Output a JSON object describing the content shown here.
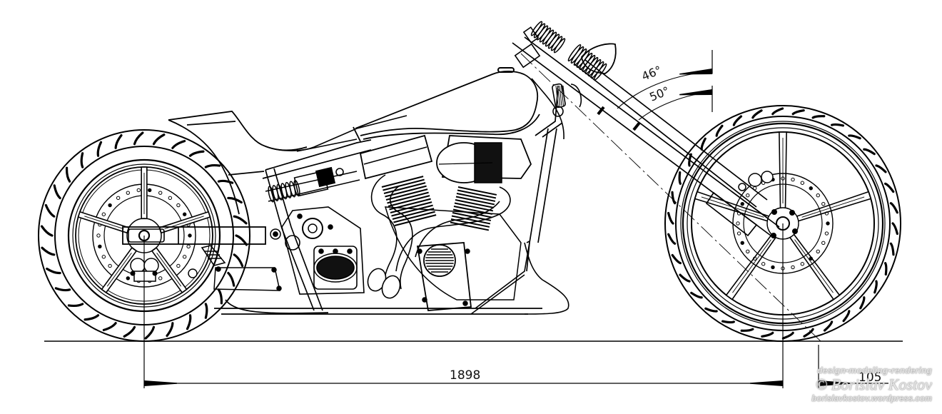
{
  "drawing": {
    "subject": "custom chopper motorcycle side elevation",
    "line_color": "#000000",
    "background_color": "#ffffff"
  },
  "dimensions": {
    "wheelbase": "1898",
    "trail": "105",
    "rake_angle_1": "46°",
    "rake_angle_2": "50°"
  },
  "components": {
    "rear_wheel": "rear-wheel",
    "front_wheel": "front-wheel",
    "engine": "v-twin-engine",
    "fuel_tank": "fuel-tank",
    "seat": "seat",
    "front_fork": "springer-front-fork",
    "headlight": "headlight",
    "rear_shock": "rear-shock-absorber",
    "exhaust": "exhaust-pipes",
    "air_cleaner": "air-cleaner",
    "transmission": "transmission",
    "oil_tank": "oil-tank",
    "footpeg": "footpeg"
  },
  "watermark": {
    "line1": "design•modeling•rendering",
    "line2": "© Borislav Kostov",
    "line3": "borislavkostov.wordpress.com"
  }
}
